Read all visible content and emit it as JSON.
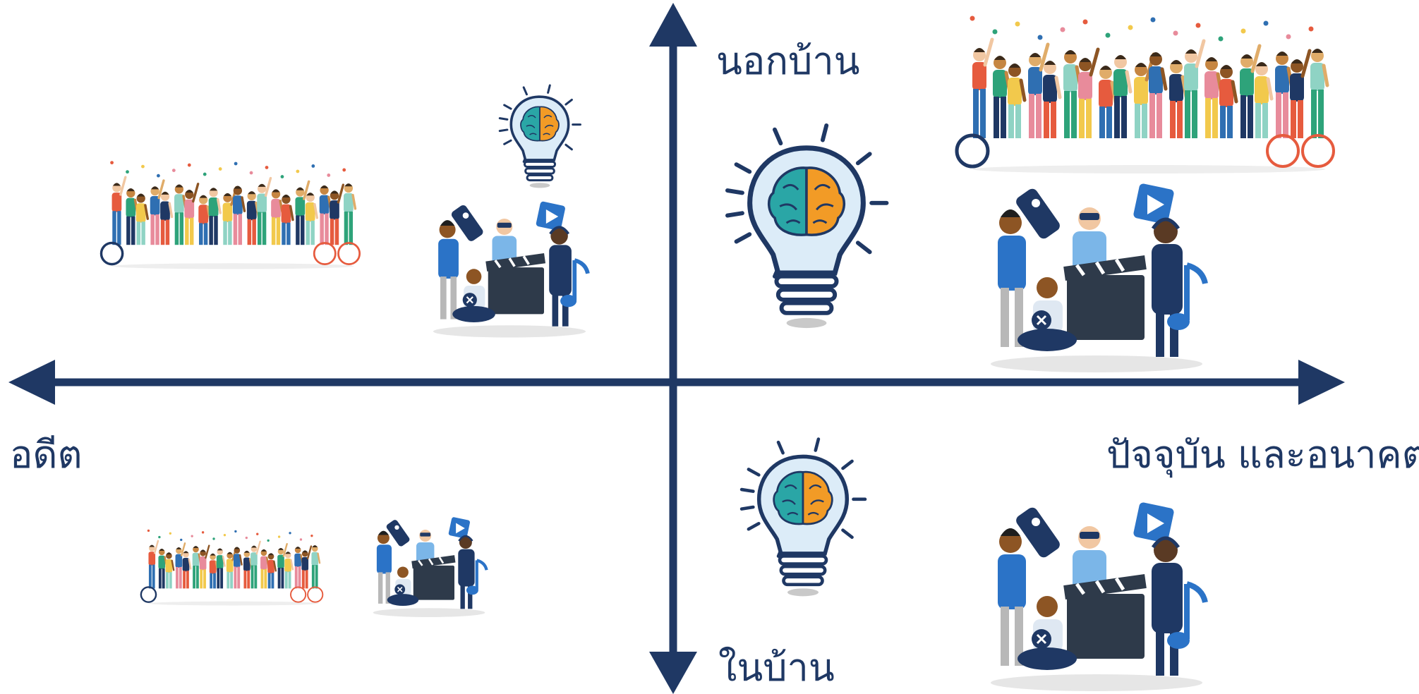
{
  "diagram": {
    "axes": {
      "top_label": "นอกบ้าน",
      "bottom_label": "ในบ้าน",
      "left_label": "อดีต",
      "right_label": "ปัจจุบัน และอนาคต"
    },
    "colors": {
      "axis": "#1f3864",
      "brain_left": "#2aa6a6",
      "brain_right": "#f29b26",
      "bulb_glow": "#dcecf8",
      "bulb_outline": "#1f3864",
      "crowd": [
        "#e65b3e",
        "#2ea37a",
        "#f2c94c",
        "#2f6fb2",
        "#1f3864",
        "#8fd3c4",
        "#e88b9b"
      ],
      "media_blue": "#2b73c7",
      "media_navy": "#1f3864",
      "media_light": "#7bb6e8",
      "clapper": "#2e3a4a"
    },
    "icons": [
      "lightbulb-brain-icon",
      "crowd-icon",
      "media-entertainment-icon"
    ]
  }
}
